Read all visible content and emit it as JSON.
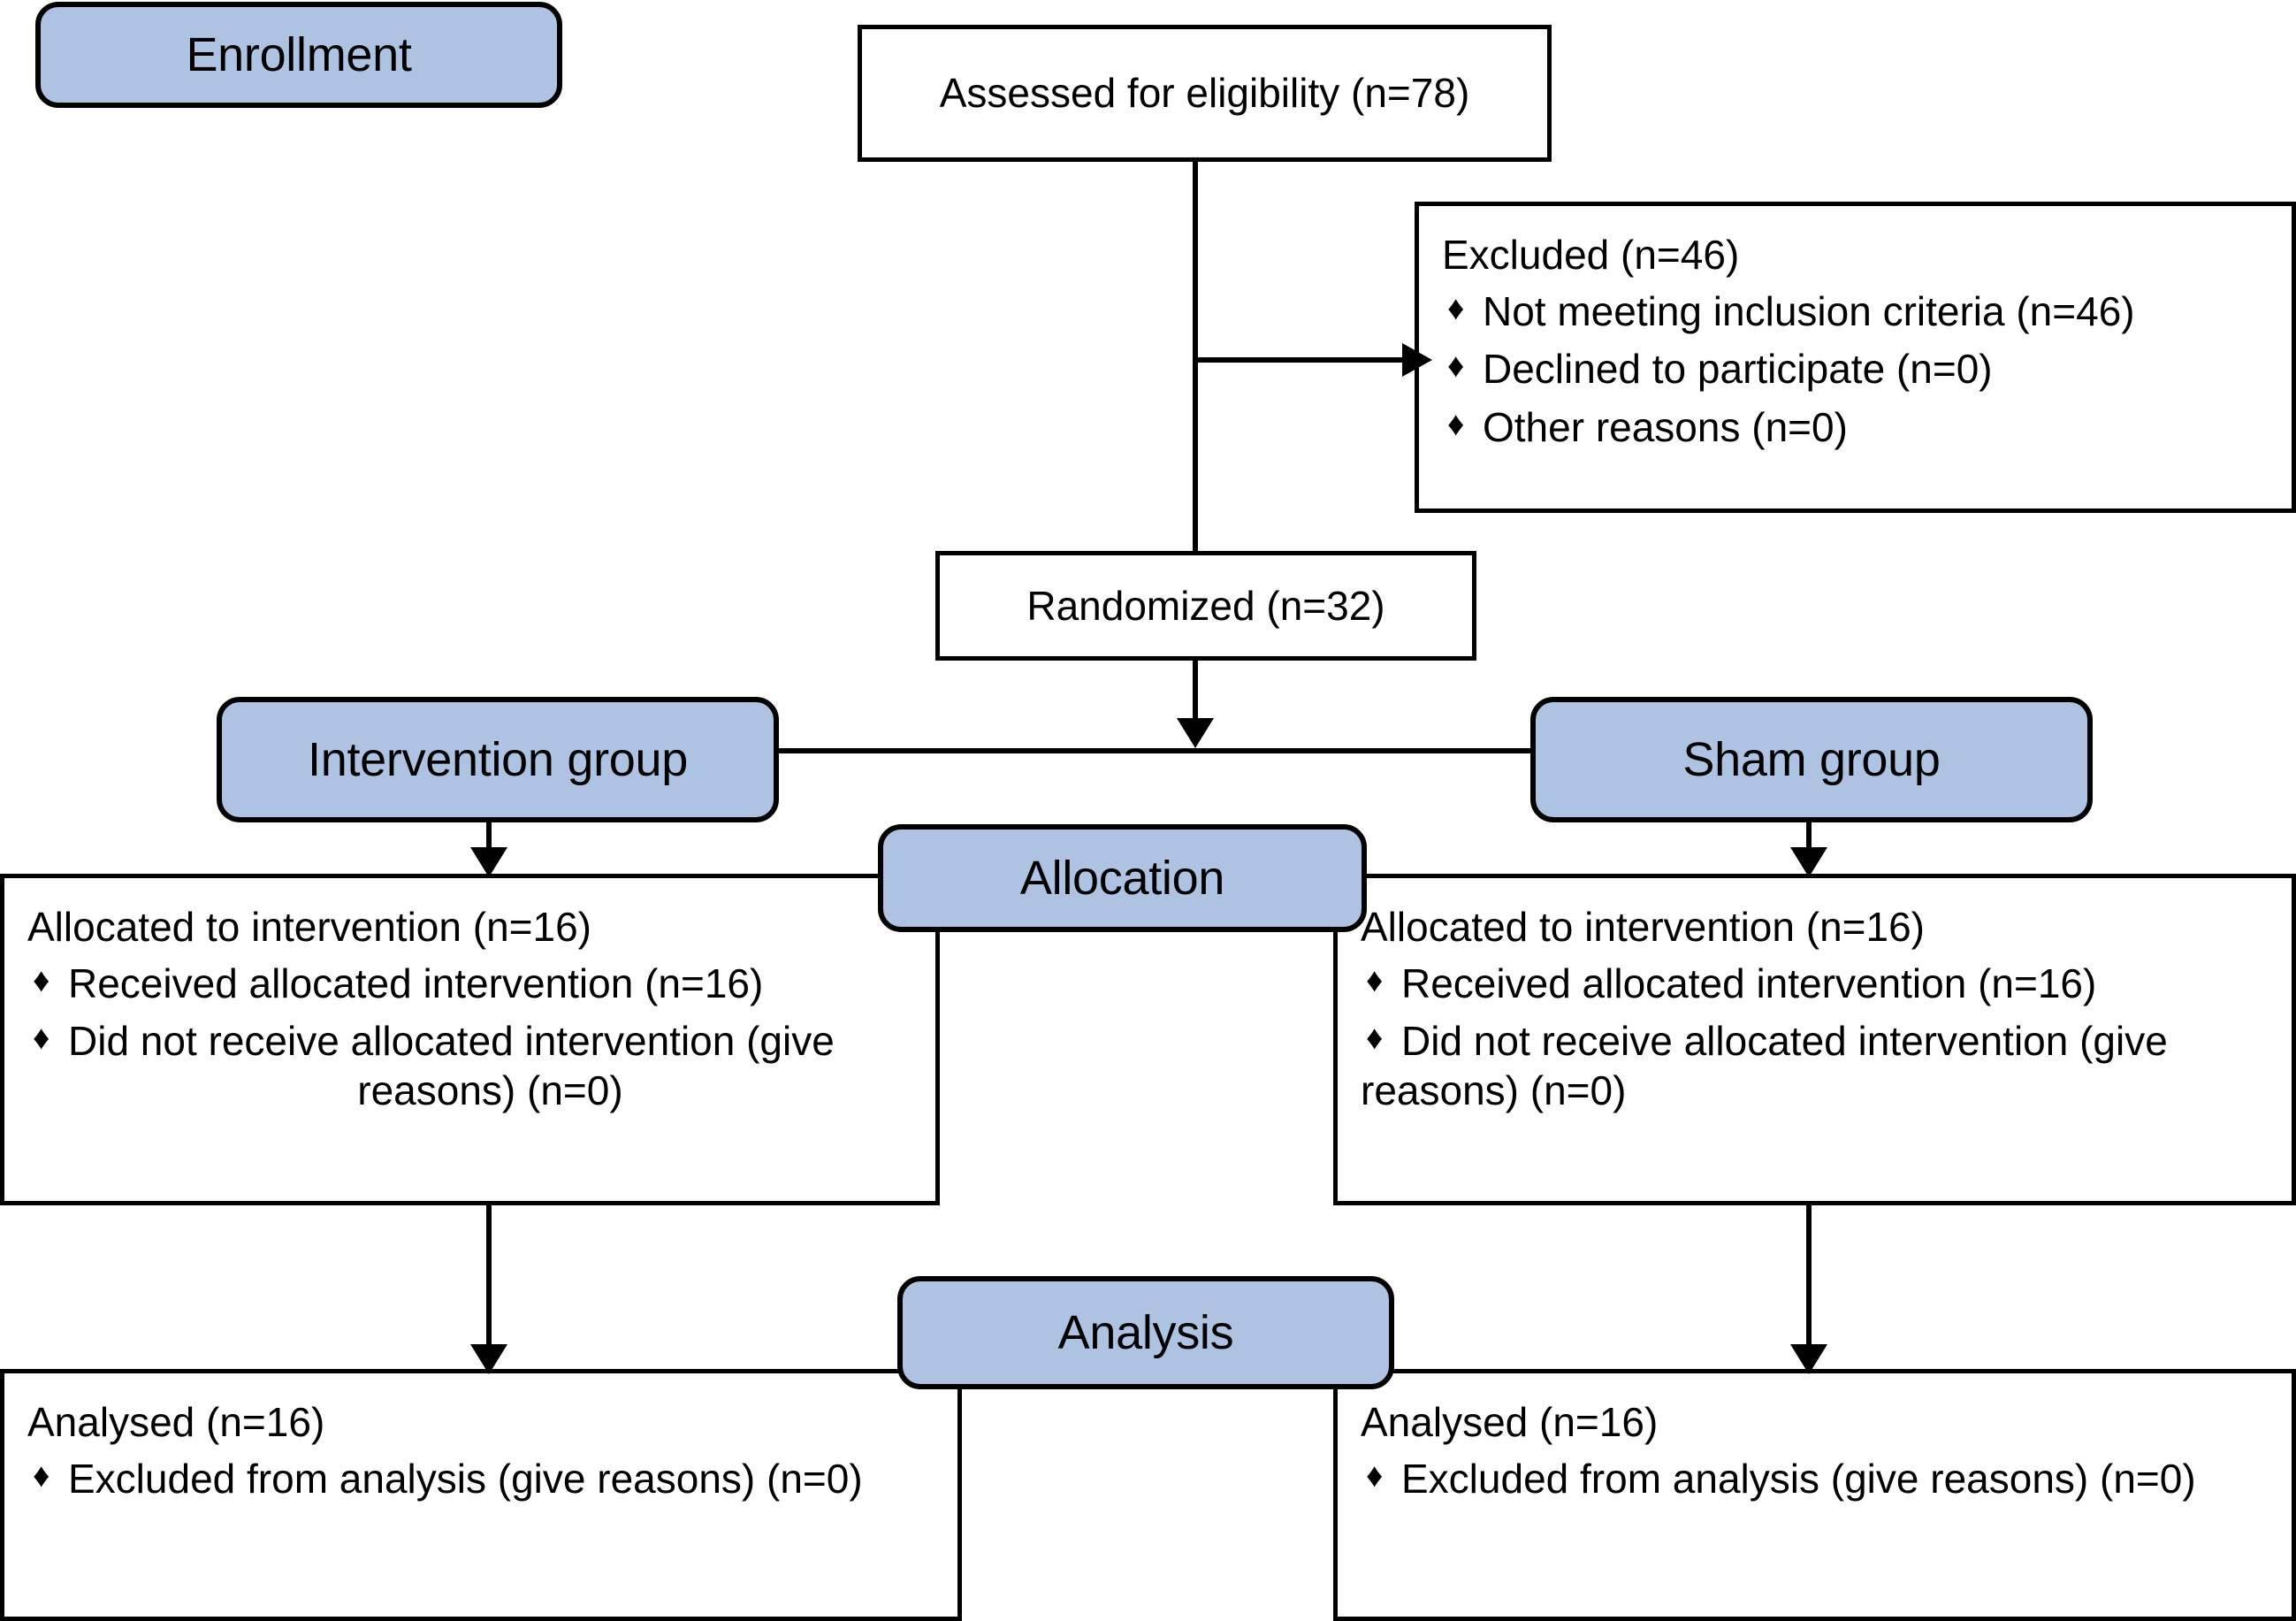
{
  "diagram": {
    "title": "CONSORT participant flow diagram",
    "accent_color": "#aec3e2",
    "line_color": "#000000",
    "background_color": "#ffffff",
    "bullet_glyph": "♦"
  },
  "stages": {
    "enrollment": "Enrollment",
    "allocation": "Allocation",
    "analysis": "Analysis"
  },
  "groups": {
    "intervention": "Intervention group",
    "sham": "Sham group"
  },
  "enrollment": {
    "assessed": "Assessed for eligibility (n=78)",
    "randomized": "Randomized (n=32)",
    "excluded": {
      "heading": "Excluded  (n=46)",
      "items": [
        "Not meeting inclusion criteria (n=46)",
        "Declined to participate (n=0)",
        "Other reasons (n=0)"
      ]
    }
  },
  "allocation": {
    "left": {
      "heading": "Allocated to intervention (n=16)",
      "item1": "Received allocated intervention (n=16)",
      "item2_line1": "Did not receive allocated intervention (give",
      "item2_line2": "reasons) (n=0)"
    },
    "right": {
      "heading": "Allocated to intervention (n=16)",
      "item1": "Received allocated intervention (n=16)",
      "item2_line1": "Did not receive allocated intervention (give",
      "item2_line2": "reasons) (n=0)"
    }
  },
  "analysis": {
    "left": {
      "heading": "Analysed  (n=16)",
      "item1": "Excluded from analysis (give reasons) (n=0)"
    },
    "right": {
      "heading": "Analysed  (n=16)",
      "item1": "Excluded from analysis (give reasons) (n=0)"
    }
  }
}
